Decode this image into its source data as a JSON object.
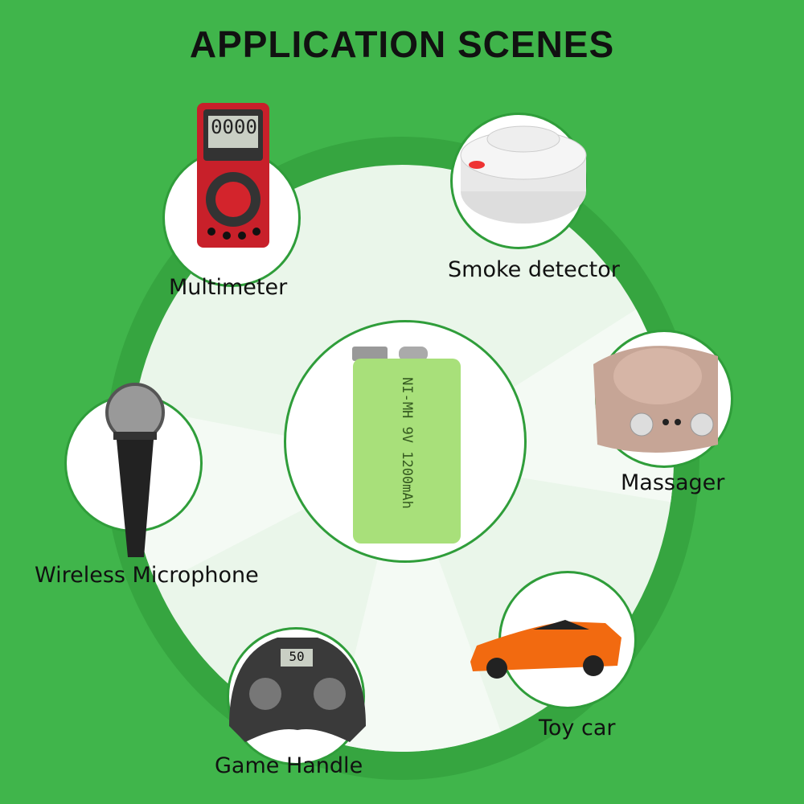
{
  "title": "APPLICATION SCENES",
  "center": {
    "brand_text": "NI-MH 9V 1200mAh"
  },
  "scenes": [
    {
      "label": "Multimeter",
      "icon": "multimeter-icon",
      "display": "0000"
    },
    {
      "label": "Smoke detector",
      "icon": "smoke-detector-icon"
    },
    {
      "label": "Massager",
      "icon": "massager-icon"
    },
    {
      "label": "Wireless Microphone",
      "icon": "microphone-icon"
    },
    {
      "label": "Toy car",
      "icon": "toy-car-icon"
    },
    {
      "label": "Game Handle",
      "icon": "game-handle-icon",
      "display": "50"
    }
  ],
  "colors": {
    "background": "#40b54b",
    "ring": "#36a540",
    "disk": "#eaf6ea",
    "battery": "#a8e07a"
  }
}
